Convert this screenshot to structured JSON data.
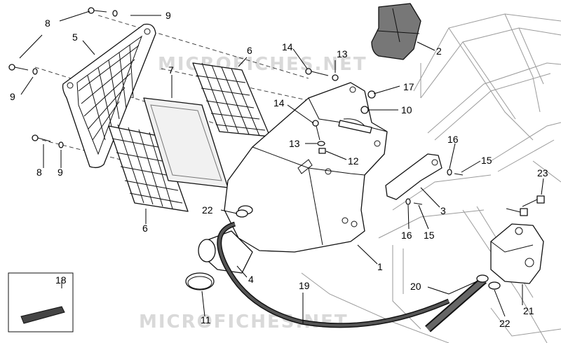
{
  "watermarks": {
    "top": "MICROFICHES.NET",
    "bottom": "MICROFICHES.NET"
  },
  "callouts": {
    "c1": "1",
    "c2": "2",
    "c3": "3",
    "c4": "4",
    "c5": "5",
    "c6_top": "6",
    "c6_bottom": "6",
    "c7": "7",
    "c8_top": "8",
    "c8_bottom": "8",
    "c9_top": "9",
    "c9_left": "9",
    "c9_bottom": "9",
    "c10": "10",
    "c11": "11",
    "c12": "12",
    "c13_top": "13",
    "c13_mid": "13",
    "c14_top": "14",
    "c14_mid": "14",
    "c15_top": "15",
    "c15_bottom": "15",
    "c16_top": "16",
    "c16_bottom": "16",
    "c17": "17",
    "c18": "18",
    "c19": "19",
    "c20": "20",
    "c21": "21",
    "c22_left": "22",
    "c22_right": "22",
    "c23": "23"
  }
}
